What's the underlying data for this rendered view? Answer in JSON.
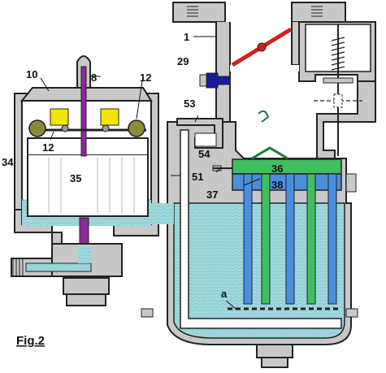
{
  "figure": {
    "caption": "Fig.2",
    "labels": {
      "l1": "1",
      "l8": "8",
      "l10": "10",
      "l12a": "12",
      "l12b": "12",
      "l29": "29",
      "l34": "34",
      "l35": "35",
      "l36": "36",
      "l37": "37",
      "l38": "38",
      "l51": "51",
      "l53": "53",
      "l54": "54",
      "la": "a"
    }
  },
  "colors": {
    "body_gray": "#c8c8c8",
    "outline": "#222222",
    "fuel_blue": "#9fd8dd",
    "fuel_dark": "#7cc6cc",
    "float_bar_green": "#3fbf5f",
    "float_tube_blue": "#4a8ee0",
    "needle_purple": "#8a2a9a",
    "valve_yellow": "#f2e600",
    "weight_olive": "#8a8a3a",
    "throttle_red": "#d02020",
    "screw_blue": "#1a1aa0"
  }
}
